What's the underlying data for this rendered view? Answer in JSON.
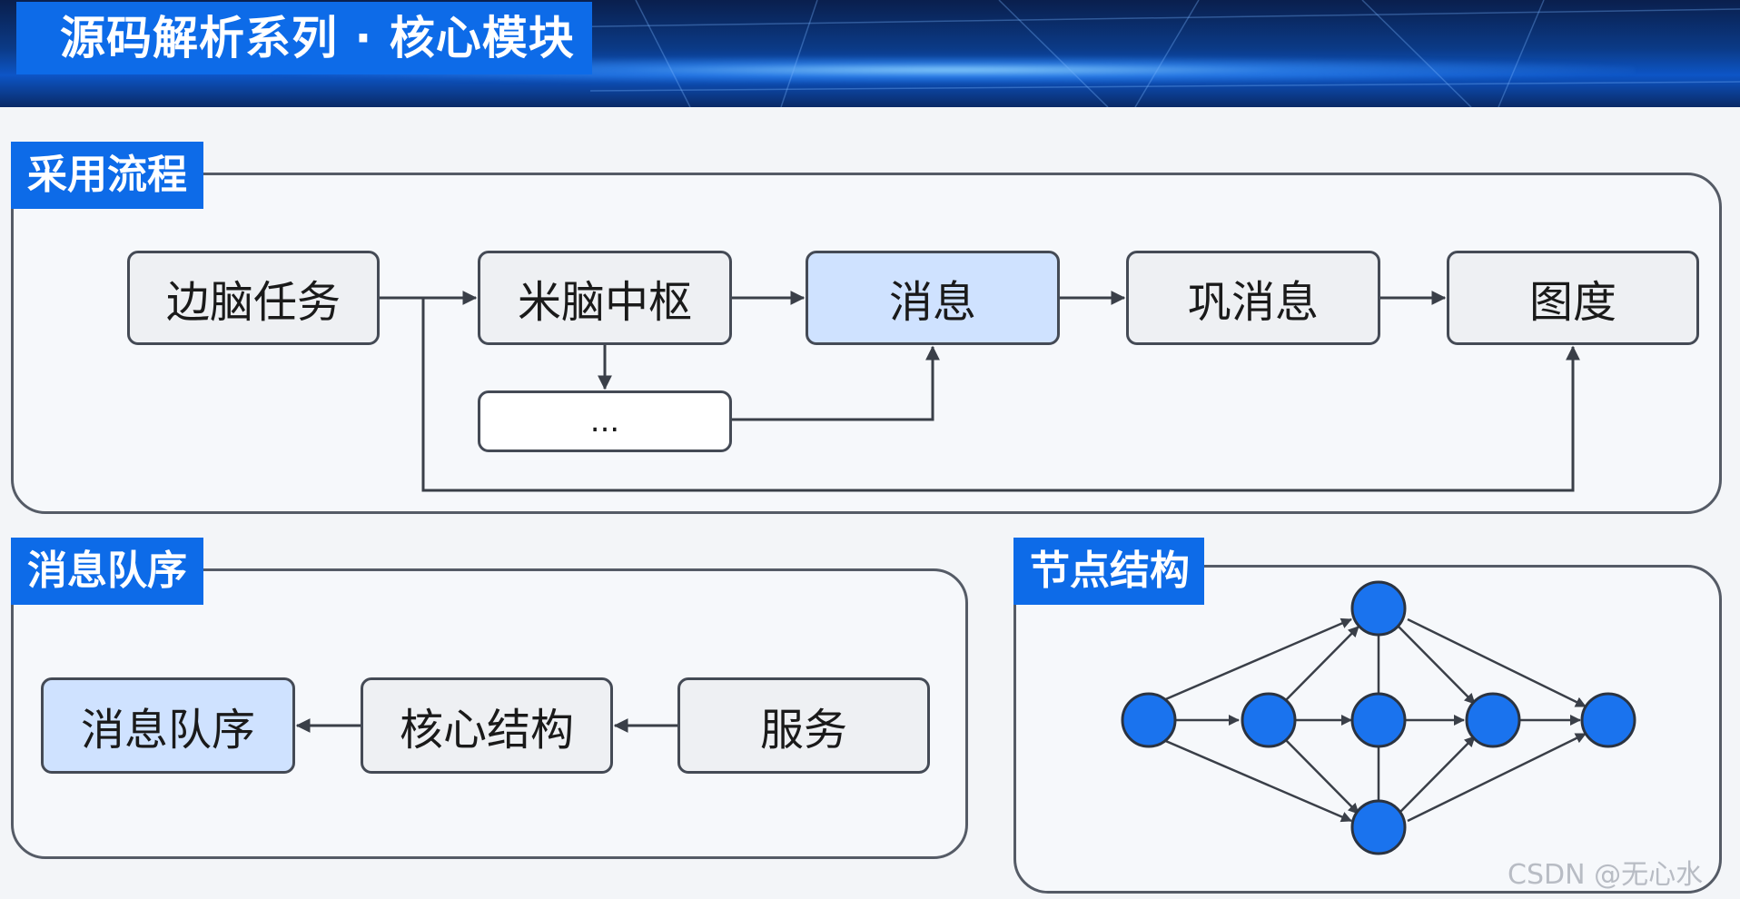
{
  "title": "源码解析系列 · 核心模块",
  "sections": {
    "adopt_flow": {
      "tag": "采用流程",
      "nodes": [
        "边脑任务",
        "米脑中枢",
        "消息",
        "巩消息",
        "图度",
        "..."
      ]
    },
    "message_queue": {
      "tag": "消息队序",
      "nodes": [
        "消息队序",
        "核心结构",
        "服务"
      ]
    },
    "node_structure": {
      "tag": "节点结构",
      "graph": {
        "nodes": [
          "n1",
          "n2",
          "n3",
          "n4",
          "n5",
          "n6",
          "n7"
        ],
        "edges": [
          [
            "n1",
            "n2"
          ],
          [
            "n1",
            "n3"
          ],
          [
            "n1",
            "n5"
          ],
          [
            "n2",
            "n3"
          ],
          [
            "n2",
            "n4"
          ],
          [
            "n2",
            "n5"
          ],
          [
            "n3",
            "n6"
          ],
          [
            "n3",
            "n7"
          ],
          [
            "n4",
            "n6"
          ],
          [
            "n5",
            "n6"
          ],
          [
            "n5",
            "n7"
          ],
          [
            "n6",
            "n7"
          ],
          [
            "n3",
            "n4"
          ],
          [
            "n4",
            "n5"
          ]
        ]
      }
    }
  },
  "colors": {
    "accent": "#0d6be8",
    "node_fill": "#1a73ee",
    "highlight": "#cfe2ff"
  },
  "watermark": "CSDN @无心水"
}
